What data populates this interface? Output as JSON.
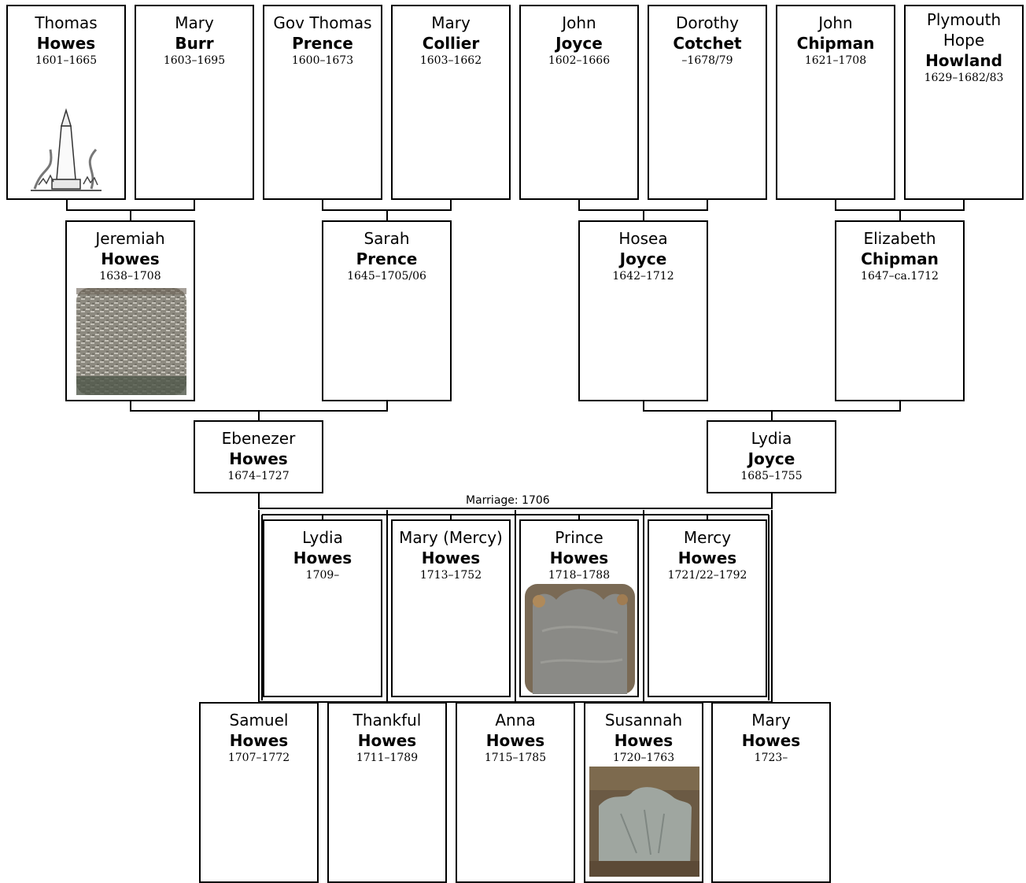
{
  "marriage_label": "Marriage: 1706",
  "people": {
    "thomas_howes": {
      "given": "Thomas",
      "surname": "Howes",
      "dates": "1601–1665"
    },
    "mary_burr": {
      "given": "Mary",
      "surname": "Burr",
      "dates": "1603–1695"
    },
    "thomas_prence": {
      "given": "Gov Thomas",
      "surname": "Prence",
      "dates": "1600–1673"
    },
    "mary_collier": {
      "given": "Mary",
      "surname": "Collier",
      "dates": "1603–1662"
    },
    "john_joyce": {
      "given": "John",
      "surname": "Joyce",
      "dates": "1602–1666"
    },
    "dorothy_cotchet": {
      "given": "Dorothy",
      "surname": "Cotchet",
      "dates": "–1678/79"
    },
    "john_chipman": {
      "given": "John",
      "surname": "Chipman",
      "dates": "1621–1708"
    },
    "hope_howland": {
      "given": "Plymouth Hope",
      "surname": "Howland",
      "dates": "1629–1682/83"
    },
    "jeremiah_howes": {
      "given": "Jeremiah",
      "surname": "Howes",
      "dates": "1638–1708"
    },
    "sarah_prence": {
      "given": "Sarah",
      "surname": "Prence",
      "dates": "1645–1705/06"
    },
    "hosea_joyce": {
      "given": "Hosea",
      "surname": "Joyce",
      "dates": "1642–1712"
    },
    "elizabeth_chipman": {
      "given": "Elizabeth",
      "surname": "Chipman",
      "dates": "1647–ca.1712"
    },
    "ebenezer_howes": {
      "given": "Ebenezer",
      "surname": "Howes",
      "dates": "1674–1727"
    },
    "lydia_joyce": {
      "given": "Lydia",
      "surname": "Joyce",
      "dates": "1685–1755"
    },
    "lydia_howes": {
      "given": "Lydia",
      "surname": "Howes",
      "dates": "1709–"
    },
    "mary_mercy_howes": {
      "given": "Mary (Mercy)",
      "surname": "Howes",
      "dates": "1713–1752"
    },
    "prince_howes": {
      "given": "Prince",
      "surname": "Howes",
      "dates": "1718–1788"
    },
    "mercy_howes": {
      "given": "Mercy",
      "surname": "Howes",
      "dates": "1721/22–1792"
    },
    "samuel_howes": {
      "given": "Samuel",
      "surname": "Howes",
      "dates": "1707–1772"
    },
    "thankful_howes": {
      "given": "Thankful",
      "surname": "Howes",
      "dates": "1711–1789"
    },
    "anna_howes": {
      "given": "Anna",
      "surname": "Howes",
      "dates": "1715–1785"
    },
    "susannah_howes": {
      "given": "Susannah",
      "surname": "Howes",
      "dates": "1720–1763"
    },
    "mary_howes": {
      "given": "Mary",
      "surname": "Howes",
      "dates": "1723–"
    }
  },
  "colors": {
    "line": "#000000",
    "box_border": "#000000",
    "stone_gray": "#8a8a86",
    "stone_moss": "#6b5a44"
  }
}
